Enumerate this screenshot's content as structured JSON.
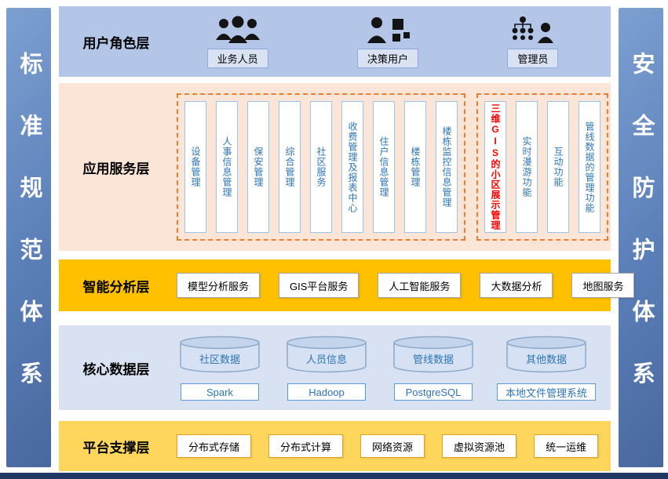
{
  "sidebars": {
    "left": "标准规范体系",
    "right": "安全防护体系"
  },
  "layers": {
    "user_role": {
      "label": "用户角色层",
      "roles": [
        {
          "label": "业务人员",
          "icon": "people-group-icon"
        },
        {
          "label": "决策用户",
          "icon": "decision-user-icon"
        },
        {
          "label": "管理员",
          "icon": "admin-hierarchy-icon"
        }
      ]
    },
    "app_service": {
      "label": "应用服务层",
      "modules": [
        "设备管理",
        "人事信息管理",
        "保安管理",
        "综合管理",
        "社区服务",
        "收费管理及报表中心",
        "住户信息管理",
        "楼栋管理",
        "楼栋监控信息管理"
      ],
      "gis_modules": [
        "三维GIS的小区展示管理",
        "实时漫游功能",
        "互动功能",
        "管线数据的管理功能"
      ]
    },
    "analysis": {
      "label": "智能分析层",
      "services": [
        "模型分析服务",
        "GIS平台服务",
        "人工智能服务",
        "大数据分析",
        "地图服务"
      ]
    },
    "data": {
      "label": "核心数据层",
      "databases": [
        "社区数据",
        "人员信息",
        "管线数据",
        "其他数据"
      ],
      "technologies": [
        "Spark",
        "Hadoop",
        "PostgreSQL",
        "本地文件管理系统"
      ]
    },
    "platform": {
      "label": "平台支撑层",
      "resources": [
        "分布式存储",
        "分布式计算",
        "网络资源",
        "虚拟资源池",
        "统一运维"
      ]
    }
  },
  "colors": {
    "sidebar_blue": "#5a7fb8",
    "user_layer_bg": "#b3c6e7",
    "app_layer_bg": "#fbe5d6",
    "analysis_layer_bg": "#ffc000",
    "data_layer_bg": "#d9e2f3",
    "platform_layer_bg": "#ffd65c",
    "module_text": "#2e75b6",
    "highlight_text": "#ff0000",
    "dashed_border": "#ed7d31",
    "bottom_strip": "#1f3864"
  }
}
